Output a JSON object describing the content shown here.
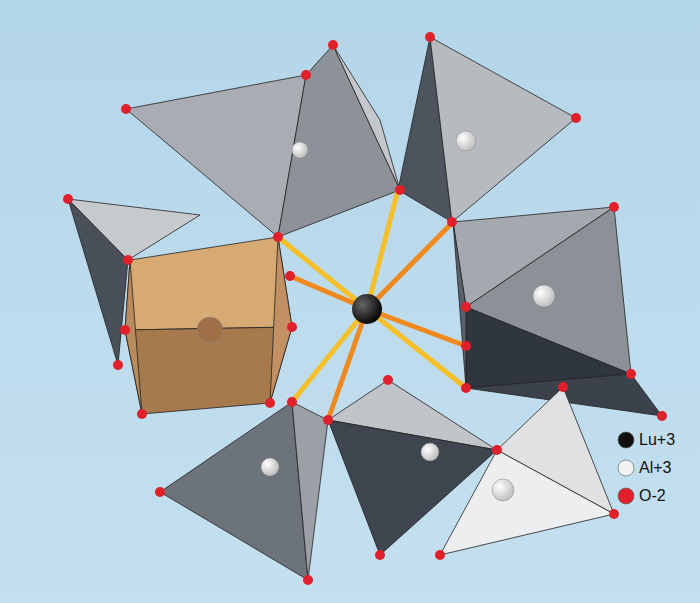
{
  "diagram": {
    "legend": [
      {
        "text": "Lu+3",
        "color": "#111111"
      },
      {
        "text": "Al+3",
        "color": "#f2f2f2"
      },
      {
        "text": "O-2",
        "color": "#e0202a"
      }
    ]
  }
}
